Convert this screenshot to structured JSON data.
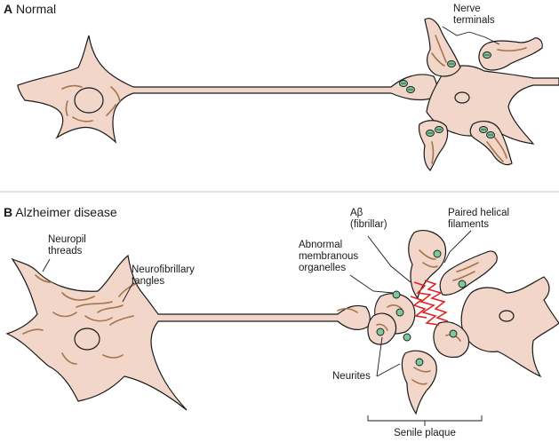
{
  "panels": {
    "a": {
      "letter": "A",
      "title": "Normal"
    },
    "b": {
      "letter": "B",
      "title": "Alzheimer disease"
    }
  },
  "labels": {
    "nerve_terminals": [
      "Nerve",
      "terminals"
    ],
    "neuropil_threads": [
      "Neuropil",
      "threads"
    ],
    "neurofibrillary_tangles": [
      "Neurofibrillary",
      "tangles"
    ],
    "abeta": [
      "Aβ",
      "(fibrillar)"
    ],
    "paired_helical_filaments": [
      "Paired helical",
      "filaments"
    ],
    "abnormal_organelles": [
      "Abnormal",
      "membranous",
      "organelles"
    ],
    "neurites": "Neurites",
    "senile_plaque": "Senile plaque"
  },
  "colors": {
    "cell_fill": "#f2d6c9",
    "fibril": "#a5754a",
    "vesicle": "#7fc79a",
    "amyloid": "#e01f1f",
    "outline": "#1a1a1a"
  }
}
